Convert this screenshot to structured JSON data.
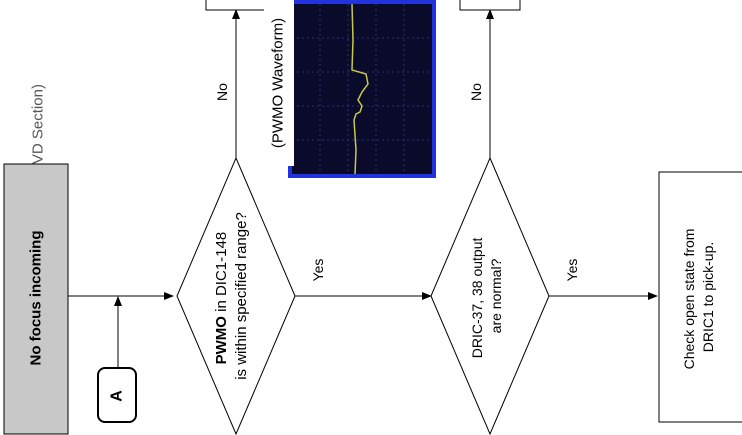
{
  "header": {
    "section_label": "(DVD Section)"
  },
  "start_box": {
    "label": "No focus incoming"
  },
  "connector": {
    "label": "A"
  },
  "waveform": {
    "caption": "(PWMO Waveform)"
  },
  "decision1": {
    "line1_bold": "PWMO",
    "line1_rest": " in DIC1-148",
    "line2": "is within specified range?",
    "yes_label": "Yes",
    "no_label": "No"
  },
  "decision2": {
    "line1": "DRIC-37, 38 output",
    "line2": "are normal?",
    "yes_label": "Yes",
    "no_label": "No"
  },
  "action_box": {
    "line1": "Check open state from",
    "line2": "DRIC1 to pick-up."
  },
  "colors": {
    "start_fill": "#c8c8c8",
    "line": "#000000",
    "scope_bg": "#0a0a2a",
    "scope_frame": "#2233dd",
    "trace": "#c8c84a"
  }
}
